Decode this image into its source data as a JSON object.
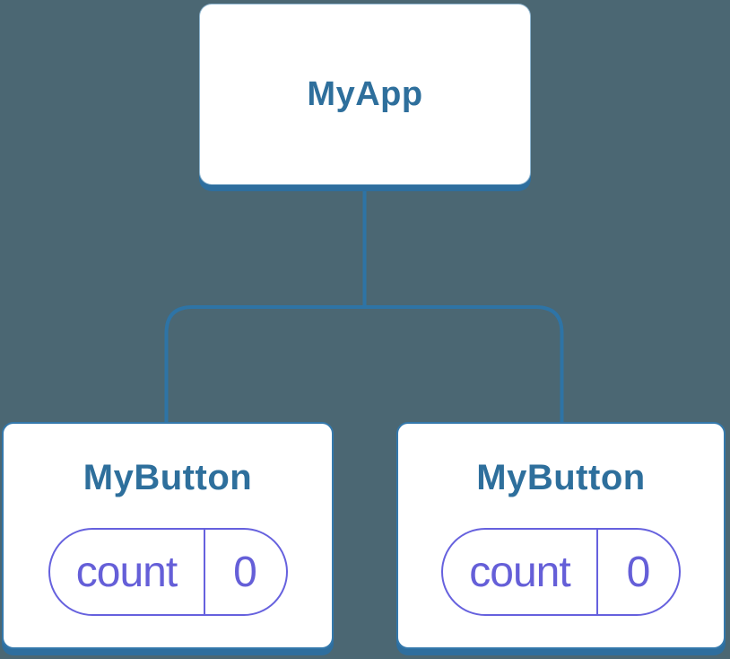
{
  "diagram": {
    "type": "component-tree",
    "colors": {
      "background": "#4B6773",
      "node_fill": "#FFFFFF",
      "accent_blue": "#2E74A6",
      "node_shadow_blue": "#2E6E9E",
      "title_blue": "#2E6F9C",
      "state_purple": "#6661DE"
    },
    "root": {
      "label": "MyApp"
    },
    "children": [
      {
        "label": "MyButton",
        "state": {
          "key": "count",
          "value": "0"
        }
      },
      {
        "label": "MyButton",
        "state": {
          "key": "count",
          "value": "0"
        }
      }
    ]
  }
}
